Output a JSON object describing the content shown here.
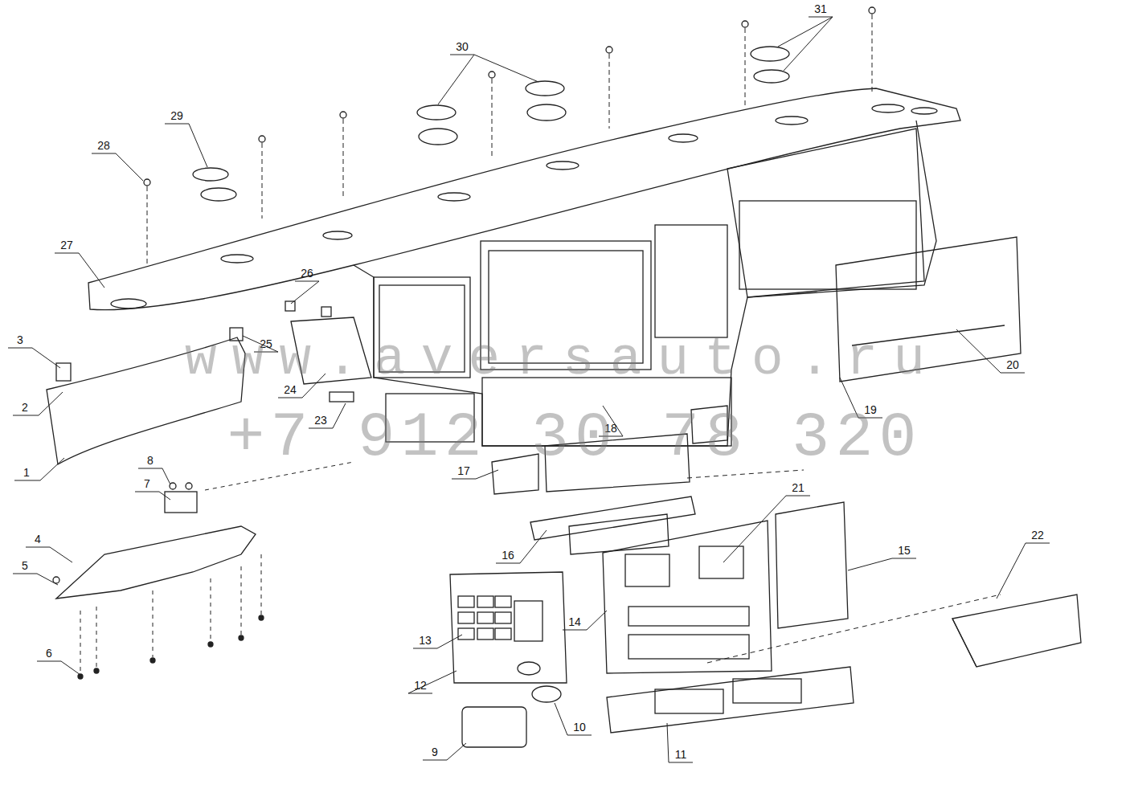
{
  "diagram": {
    "labels": [
      "1",
      "2",
      "3",
      "4",
      "5",
      "6",
      "7",
      "8",
      "9",
      "10",
      "11",
      "12",
      "13",
      "14",
      "15",
      "16",
      "17",
      "18",
      "19",
      "20",
      "21",
      "22",
      "23",
      "24",
      "25",
      "26",
      "27",
      "28",
      "29",
      "30",
      "31",
      "www.aversauto.ru",
      "+7 912 30 78 320"
    ]
  }
}
